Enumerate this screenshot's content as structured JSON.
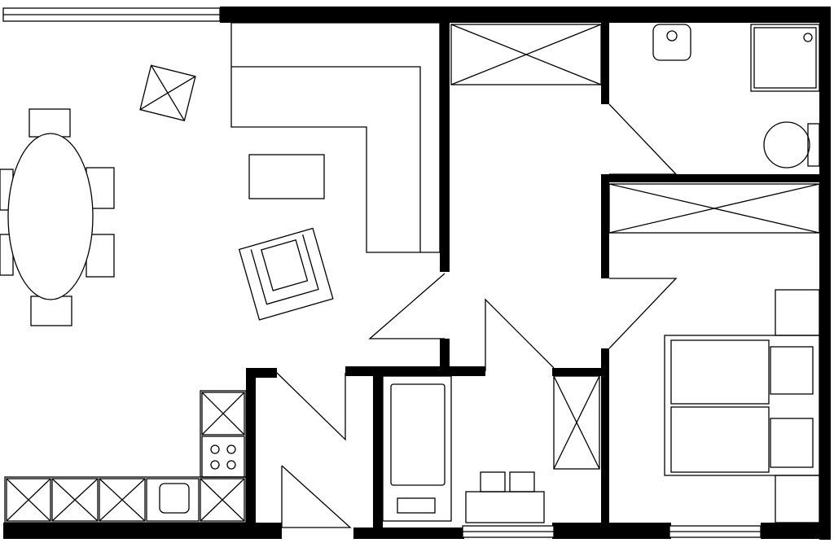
{
  "floor_plan": {
    "rooms": [
      {
        "name": "living-dining-kitchen"
      },
      {
        "name": "hallway"
      },
      {
        "name": "bathroom"
      },
      {
        "name": "bedroom"
      },
      {
        "name": "utility-room"
      },
      {
        "name": "closet"
      }
    ],
    "fixtures": [
      "dining-table",
      "dining-chairs",
      "corner-sofa",
      "coffee-table",
      "armchair",
      "side-table",
      "kitchen-counter",
      "stove",
      "kitchen-sink",
      "wardrobe",
      "double-bed",
      "nightstands",
      "washbasin",
      "shower-tray",
      "toilet",
      "bathtub",
      "washing-machine",
      "storage-cabinet"
    ],
    "colors": {
      "wall": "#000000",
      "background": "#ffffff",
      "line": "#000000"
    }
  }
}
